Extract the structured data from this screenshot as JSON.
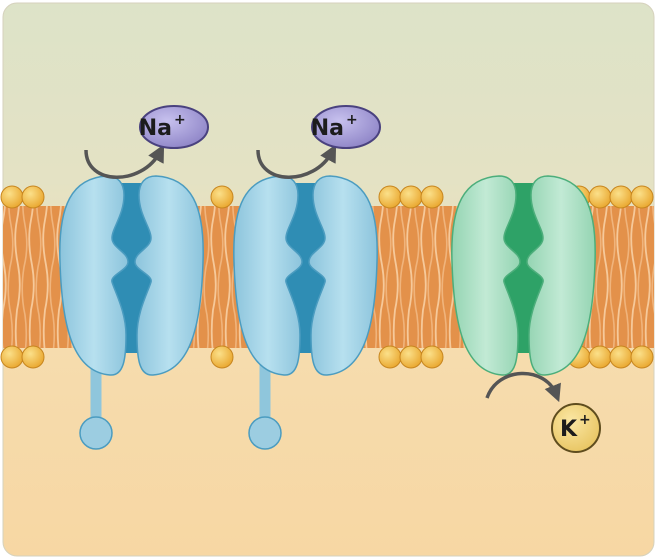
{
  "ions": {
    "na_left": {
      "symbol": "Na",
      "charge": "+"
    },
    "na_right": {
      "symbol": "Na",
      "charge": "+"
    },
    "k": {
      "symbol": "K",
      "charge": "+"
    }
  },
  "colors": {
    "extracellular": "#dfe3c6",
    "intracellular": "#f7dcaa",
    "membrane_tail": "#e08a3c",
    "lipid_head": "#f2b53a",
    "sodium_channel": "#9ccde1",
    "sodium_channel_pore": "#2f8db4",
    "potassium_channel": "#a7dcc0",
    "potassium_channel_pore": "#2ea267",
    "na_ion": "#9a90cf",
    "k_ion": "#efcf72",
    "flux_arrow": "#555555"
  }
}
